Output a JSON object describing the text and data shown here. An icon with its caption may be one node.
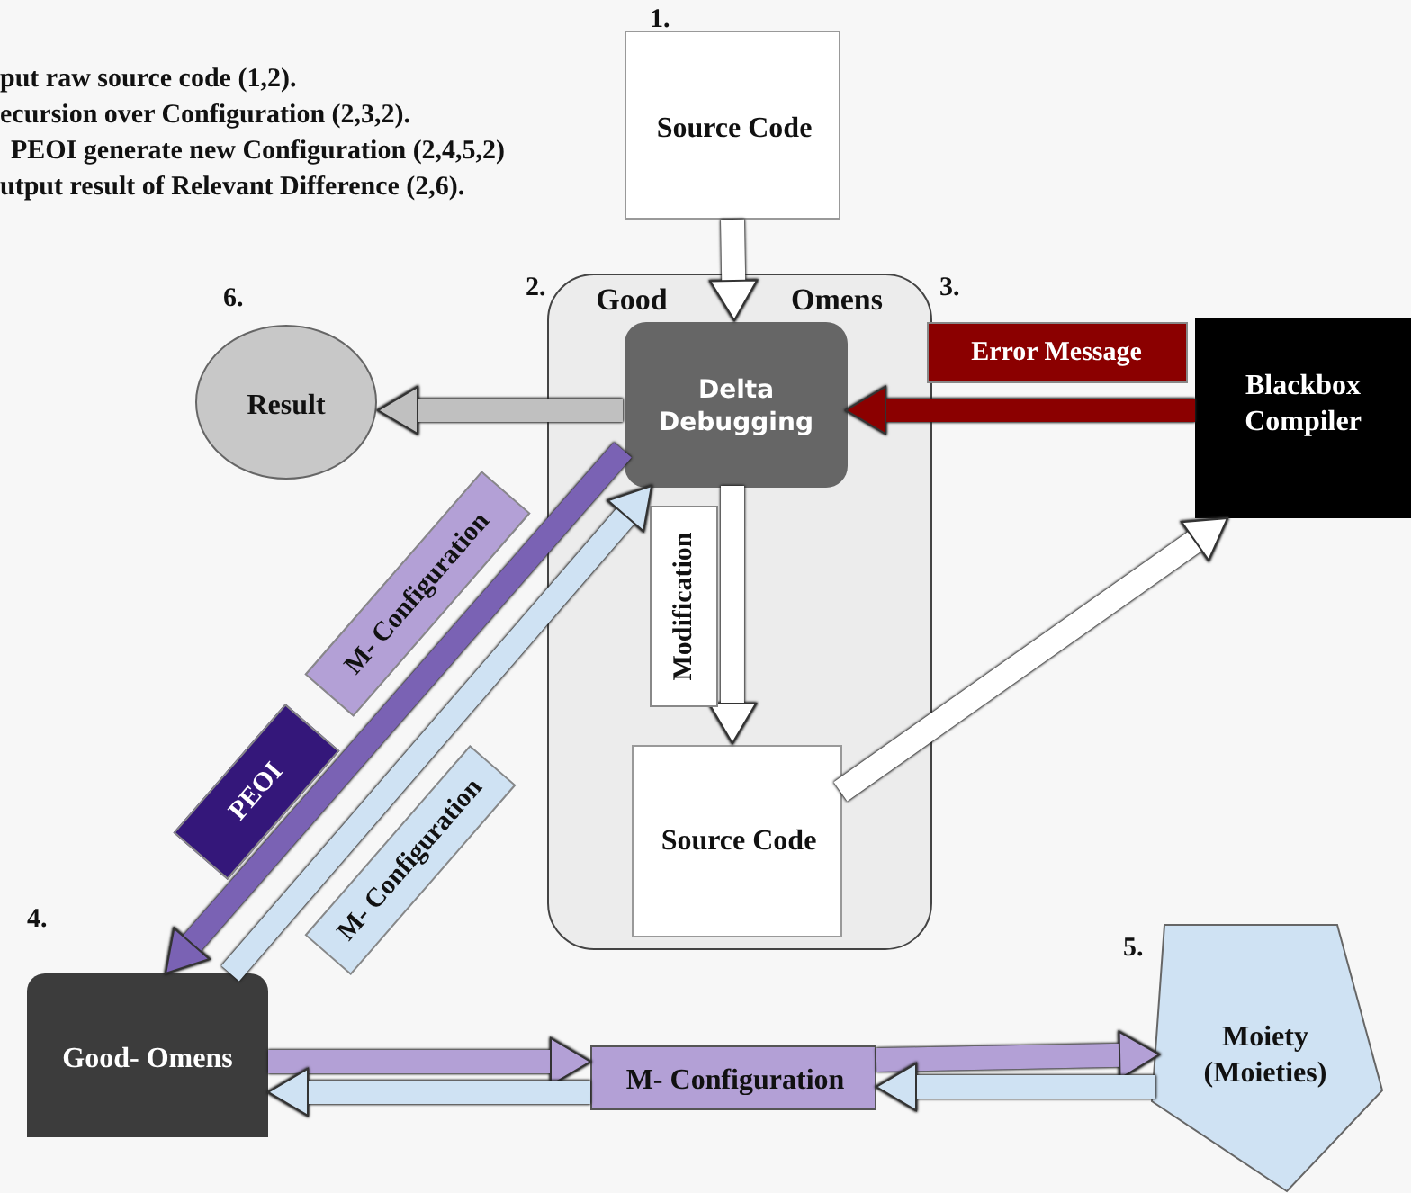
{
  "diagram": {
    "nodes": [
      {
        "text": [
          "Source Code"
        ],
        "beside": [
          "1."
        ]
      },
      {
        "text": [
          "Good",
          "Omens"
        ],
        "beside": [
          "2."
        ]
      },
      {
        "text": [
          "Delta Debugging"
        ],
        "in": 1
      },
      {
        "text": [
          "Source Code"
        ],
        "in": 1
      },
      {
        "text": [
          "Result"
        ],
        "beside": [
          "6."
        ]
      },
      {
        "text": [
          "Blackbox Compiler"
        ]
      },
      {
        "text": [
          "Good- Omens"
        ],
        "beside": [
          "4."
        ]
      },
      {
        "text": [
          "M- Configuration"
        ]
      },
      {
        "text": [
          "Moiety (Moieties)"
        ],
        "beside": [
          "5."
        ]
      }
    ],
    "edges": [
      {
        "from": 0,
        "to": 2,
        "arrow": "to"
      },
      {
        "from": 2,
        "to": 4,
        "arrow": "to",
        "color": "#c0c0c0"
      },
      {
        "from": 5,
        "to": 2,
        "arrow": "to",
        "label": "Error Message",
        "color": "#8b0000"
      },
      {
        "from": 2,
        "to": 3,
        "arrow": "to",
        "label": "Modification"
      },
      {
        "from": 3,
        "to": 5,
        "arrow": "to"
      },
      {
        "from": 2,
        "to": 6,
        "arrow": "to",
        "label": "M- Configuration",
        "color": "#7a62b4"
      },
      {
        "from": 6,
        "to": 2,
        "arrow": "to",
        "label": "M- Configuration",
        "color": "#cfe2f3"
      },
      {
        "from": 6,
        "to": 7,
        "arrow": "to",
        "color": "#b3a0d6"
      },
      {
        "from": 7,
        "to": 8,
        "arrow": "to",
        "color": "#b3a0d6"
      },
      {
        "from": 8,
        "to": 7,
        "arrow": "to",
        "color": "#cfe2f3"
      },
      {
        "from": 7,
        "to": 6,
        "arrow": "to",
        "color": "#cfe2f3"
      }
    ],
    "labels": [
      "3.",
      "put raw source code (1,2).",
      "ecursion over Configuration (2,3,2).",
      "PEOI generate new Configuration (2,4,5,2)",
      "utput result of Relevant Difference (2,6).",
      "PEOI"
    ]
  }
}
